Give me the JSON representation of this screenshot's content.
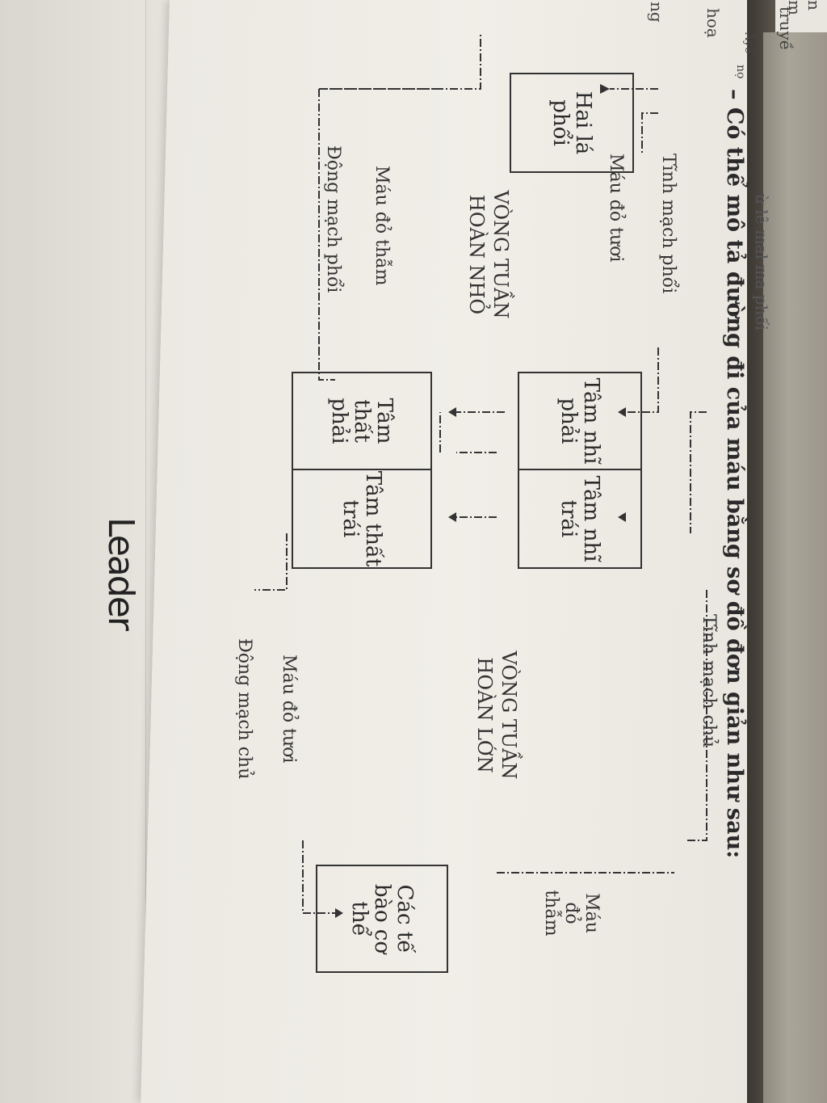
{
  "header": {
    "top_fragment": "ừ lê mal ma phối",
    "title": "– Có thể mô tả đường đi của máu bằng sơ đồ đơn giản như sau:"
  },
  "corner_fragments": [
    "n m",
    "truyề",
    "hoạ",
    "Ấyề",
    "nọ",
    "ng"
  ],
  "diagram": {
    "lungs_box": "Hai lá phổi",
    "right_atrium": "Tâm nhĩ phải",
    "left_atrium": "Tâm nhĩ trái",
    "right_ventricle": "Tâm thất phải",
    "left_ventricle": "Tâm thất trái",
    "body_cells": "Các tế bào cơ thể",
    "pulmonary_vein": "Tĩnh mạch phổi",
    "pulmonary_vein_blood": "Máu đỏ tươi",
    "pulmonary_artery_blood": "Máu đỏ thẫm",
    "pulmonary_artery": "Động mạch phổi",
    "small_circulation": "VÒNG TUẦN HOÀN NHỎ",
    "vena_cava": "Tĩnh mạch chủ",
    "large_circulation": "VÒNG TUẦN HOÀN LỚN",
    "aorta_blood": "Máu đỏ tươi",
    "aorta": "Động mạch chủ",
    "body_blood": "Máu đỏ thẫm"
  },
  "signature": "Leader"
}
